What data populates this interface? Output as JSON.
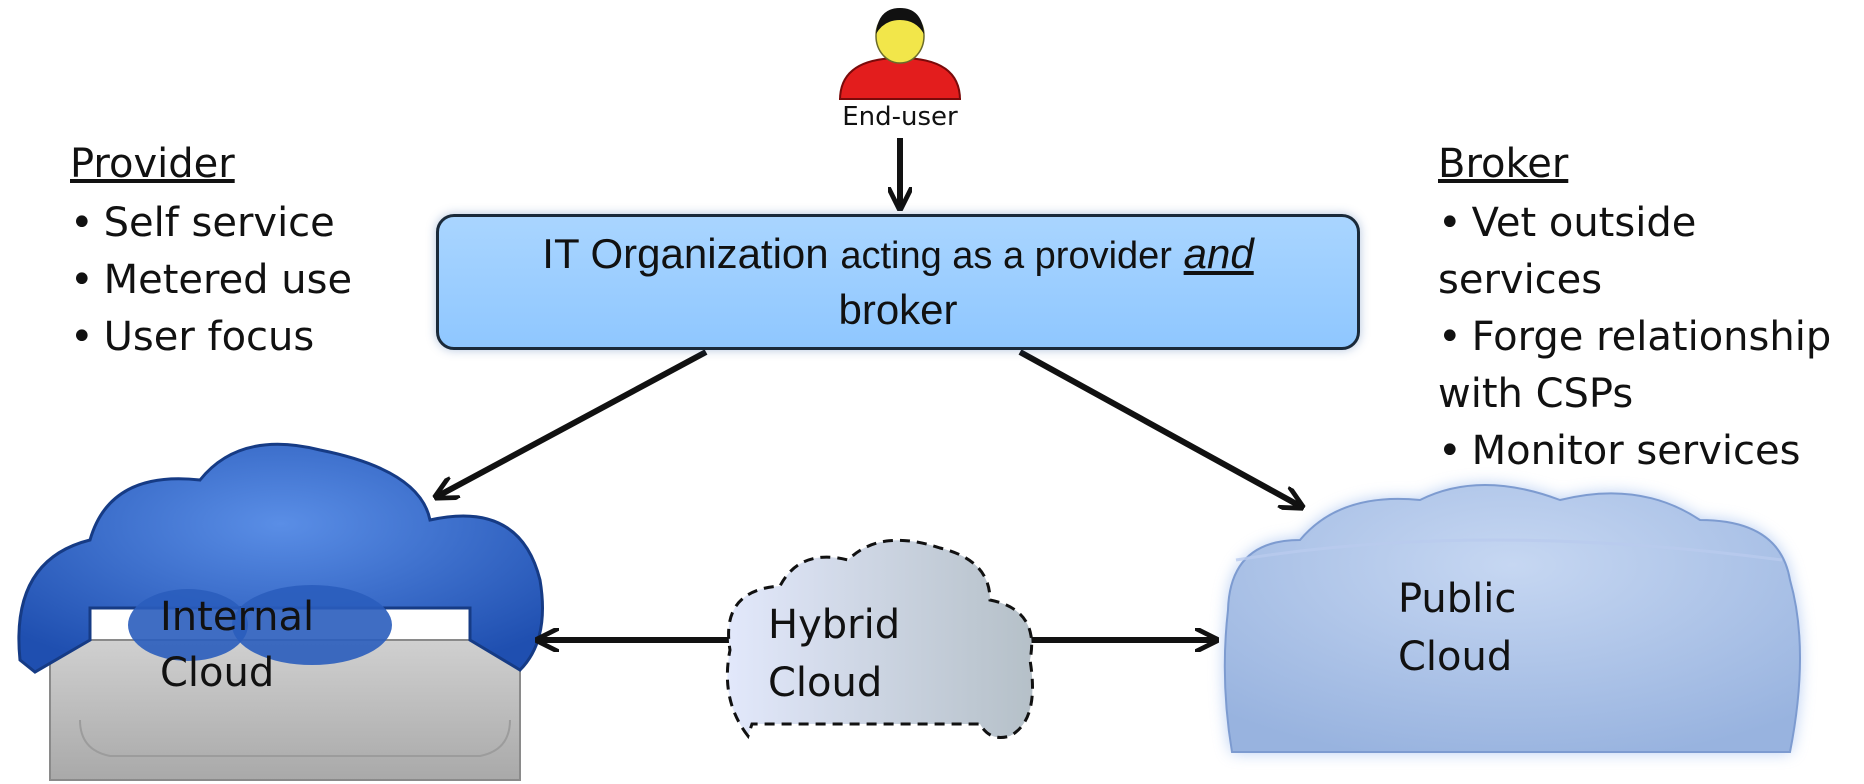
{
  "end_user": {
    "label": "End-user"
  },
  "it_organization": {
    "text_part1": "IT Organization",
    "text_part2": "acting as a provider",
    "text_and": "and",
    "text_part3": "broker"
  },
  "provider": {
    "heading": "Provider",
    "items": [
      "Self service",
      "Metered use",
      "User focus"
    ]
  },
  "broker": {
    "heading": "Broker",
    "items": [
      "Vet outside services",
      "Forge relationship with CSPs",
      "Monitor services"
    ]
  },
  "clouds": {
    "internal": {
      "line1": "Internal",
      "line2": "Cloud"
    },
    "hybrid": {
      "line1": "Hybrid",
      "line2": "Cloud"
    },
    "public": {
      "line1": "Public",
      "line2": "Cloud"
    }
  },
  "colors": {
    "it_box_fill": "#9ccdfd",
    "internal_cloud_blue": "#2f63c4",
    "internal_cloud_base": "#bdbdbd",
    "public_cloud": "#a9c1e6",
    "person_shirt": "#e31d1d",
    "person_face": "#f2e64a"
  }
}
